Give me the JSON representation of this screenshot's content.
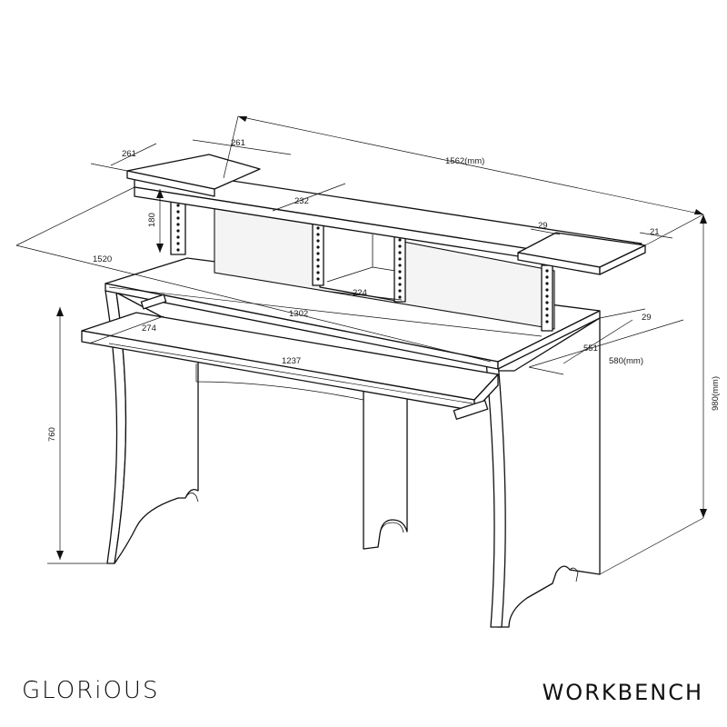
{
  "brand": "GLORiOUS",
  "product": "WORKBENCH",
  "dimensions": {
    "overall_width": "1562(mm)",
    "side_width": "1520",
    "top_shelf_depth": "261",
    "top_shelf_width": "261",
    "riser_height": "180",
    "riser_depth": "232",
    "shelf_thickness": "29",
    "shelf_lip": "21",
    "inner_width": "1302",
    "compartment_width": "224",
    "tray_depth": "274",
    "tray_width": "1237",
    "desk_thickness": "29",
    "desk_depth_inner": "551",
    "desk_depth": "580(mm)",
    "desk_height": "760",
    "total_height": "980(mm)"
  }
}
